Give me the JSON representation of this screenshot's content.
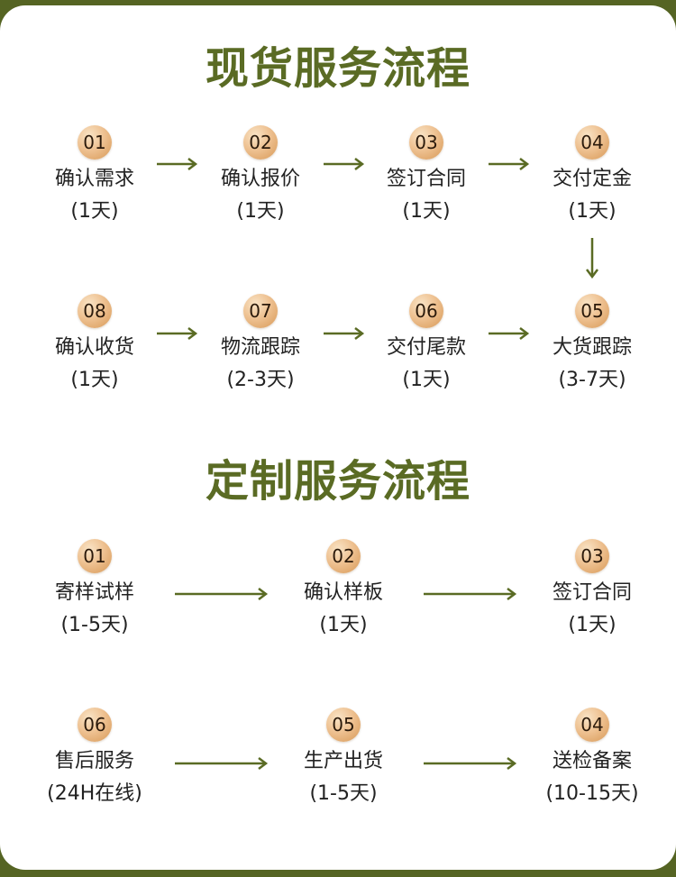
{
  "spot_section": {
    "title": "现货服务流程",
    "steps": [
      {
        "num": "01",
        "label": "确认需求",
        "duration": "(1天)"
      },
      {
        "num": "02",
        "label": "确认报价",
        "duration": "(1天)"
      },
      {
        "num": "03",
        "label": "签订合同",
        "duration": "(1天)"
      },
      {
        "num": "04",
        "label": "交付定金",
        "duration": "(1天)"
      },
      {
        "num": "05",
        "label": "大货跟踪",
        "duration": "(3-7天)"
      },
      {
        "num": "06",
        "label": "交付尾款",
        "duration": "(1天)"
      },
      {
        "num": "07",
        "label": "物流跟踪",
        "duration": "(2-3天)"
      },
      {
        "num": "08",
        "label": "确认收货",
        "duration": "(1天)"
      }
    ]
  },
  "custom_section": {
    "title": "定制服务流程",
    "steps": [
      {
        "num": "01",
        "label": "寄样试样",
        "duration": "(1-5天)"
      },
      {
        "num": "02",
        "label": "确认样板",
        "duration": "(1天)"
      },
      {
        "num": "03",
        "label": "签订合同",
        "duration": "(1天)"
      },
      {
        "num": "04",
        "label": "送检备案",
        "duration": "(10-15天)"
      },
      {
        "num": "05",
        "label": "生产出货",
        "duration": "(1-5天)"
      },
      {
        "num": "06",
        "label": "售后服务",
        "duration": "(24H在线)"
      }
    ]
  },
  "colors": {
    "accent": "#5a6b24",
    "frame": "#556423",
    "badge_gold": "#e4b07a"
  }
}
